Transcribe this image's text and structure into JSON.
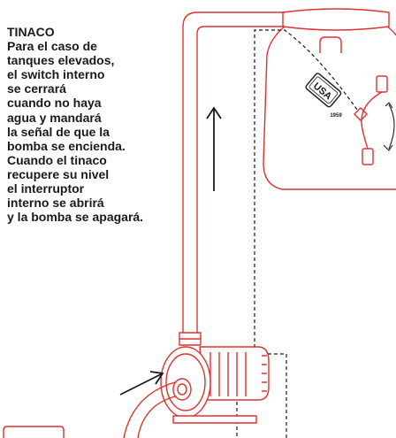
{
  "title": "TINACO",
  "description_lines": [
    "Para el caso de",
    "tanques elevados,",
    "el switch interno",
    "se cerrará",
    "cuando no haya",
    "agua y mandará",
    "la señal de que la",
    "bomba se encienda.",
    "Cuando el tinaco",
    "recupere su nivel",
    "el  interruptor",
    "interno se abrirá",
    "y la bomba se apagará."
  ],
  "logo": {
    "brand_text": "USA",
    "year_text": "1959"
  },
  "colors": {
    "line": "#e03030",
    "text": "#1a1a1a",
    "wire": "#1a1a1a",
    "background": "#ffffff"
  }
}
